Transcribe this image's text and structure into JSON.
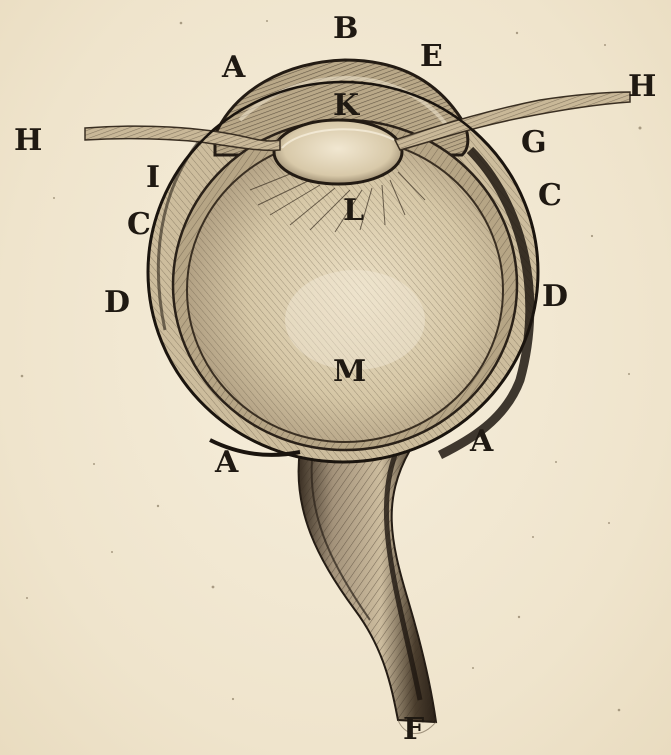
{
  "figure": {
    "labels": {
      "b": "B",
      "a_top": "A",
      "e": "E",
      "k": "K",
      "h_left": "H",
      "h_right": "H",
      "g": "G",
      "i": "I",
      "c_left": "C",
      "c_right": "C",
      "l": "L",
      "d_left": "D",
      "d_right": "D",
      "m": "M",
      "a_left": "A",
      "a_right": "A",
      "f": "F"
    }
  }
}
